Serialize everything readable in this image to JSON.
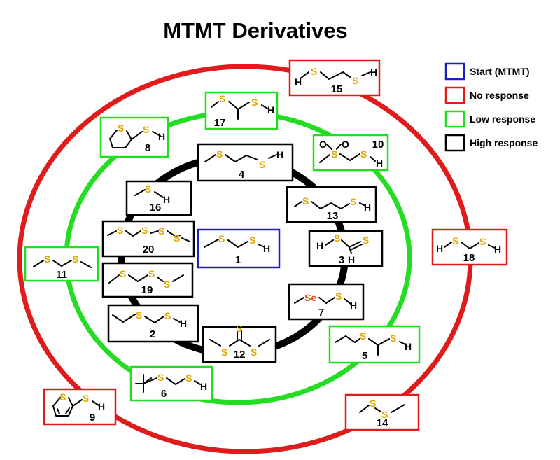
{
  "title": "MTMT Derivatives",
  "colors": {
    "start": "#1f1fbf",
    "no_response": "#e01b1b",
    "low_response": "#22dd22",
    "high_response": "#000000",
    "sulfur": "#e0a800",
    "selenium": "#d9531e"
  },
  "legend": [
    {
      "label": "Start (MTMT)",
      "color_key": "start"
    },
    {
      "label": "No response",
      "color_key": "no_response"
    },
    {
      "label": "Low response",
      "color_key": "low_response"
    },
    {
      "label": "High response",
      "color_key": "high_response"
    }
  ],
  "atoms": {
    "S": "S",
    "Se": "Se",
    "H": "H",
    "O": "O"
  },
  "compounds": {
    "c1": {
      "number": "1",
      "response": "start"
    },
    "c2": {
      "number": "2",
      "response": "high_response"
    },
    "c3": {
      "number": "3",
      "response": "high_response"
    },
    "c4": {
      "number": "4",
      "response": "high_response"
    },
    "c5": {
      "number": "5",
      "response": "low_response"
    },
    "c6": {
      "number": "6",
      "response": "low_response"
    },
    "c7": {
      "number": "7",
      "response": "high_response"
    },
    "c8": {
      "number": "8",
      "response": "low_response"
    },
    "c9": {
      "number": "9",
      "response": "no_response"
    },
    "c10": {
      "number": "10",
      "response": "low_response"
    },
    "c11": {
      "number": "11",
      "response": "low_response"
    },
    "c12": {
      "number": "12",
      "response": "high_response"
    },
    "c13": {
      "number": "13",
      "response": "high_response"
    },
    "c14": {
      "number": "14",
      "response": "no_response"
    },
    "c15": {
      "number": "15",
      "response": "no_response"
    },
    "c16": {
      "number": "16",
      "response": "high_response"
    },
    "c17": {
      "number": "17",
      "response": "low_response"
    },
    "c18": {
      "number": "18",
      "response": "no_response"
    },
    "c19": {
      "number": "19",
      "response": "high_response"
    },
    "c20": {
      "number": "20",
      "response": "high_response"
    }
  }
}
